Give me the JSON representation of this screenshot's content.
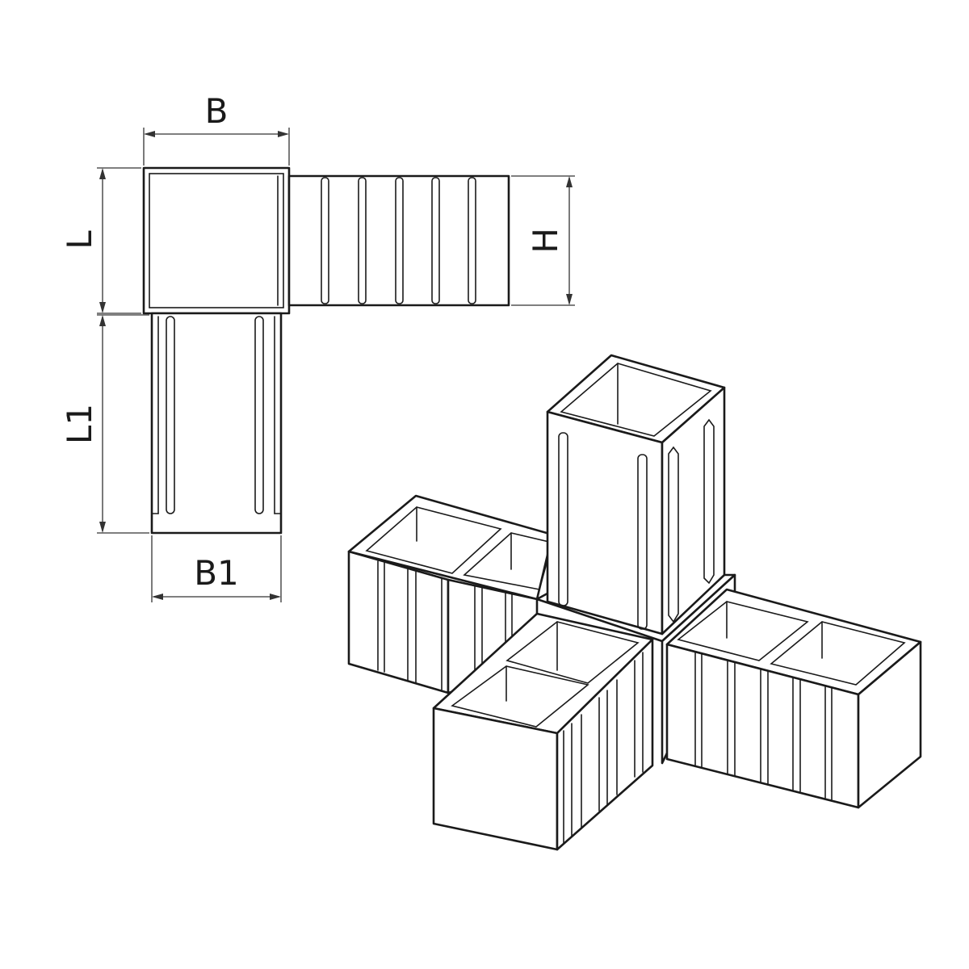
{
  "dimensions": {
    "B": "B",
    "L": "L",
    "H": "H",
    "L1": "L1",
    "B1": "B1"
  },
  "colors": {
    "line": "#1a1a1a",
    "dimension_line": "#333333",
    "background": "#ffffff"
  }
}
